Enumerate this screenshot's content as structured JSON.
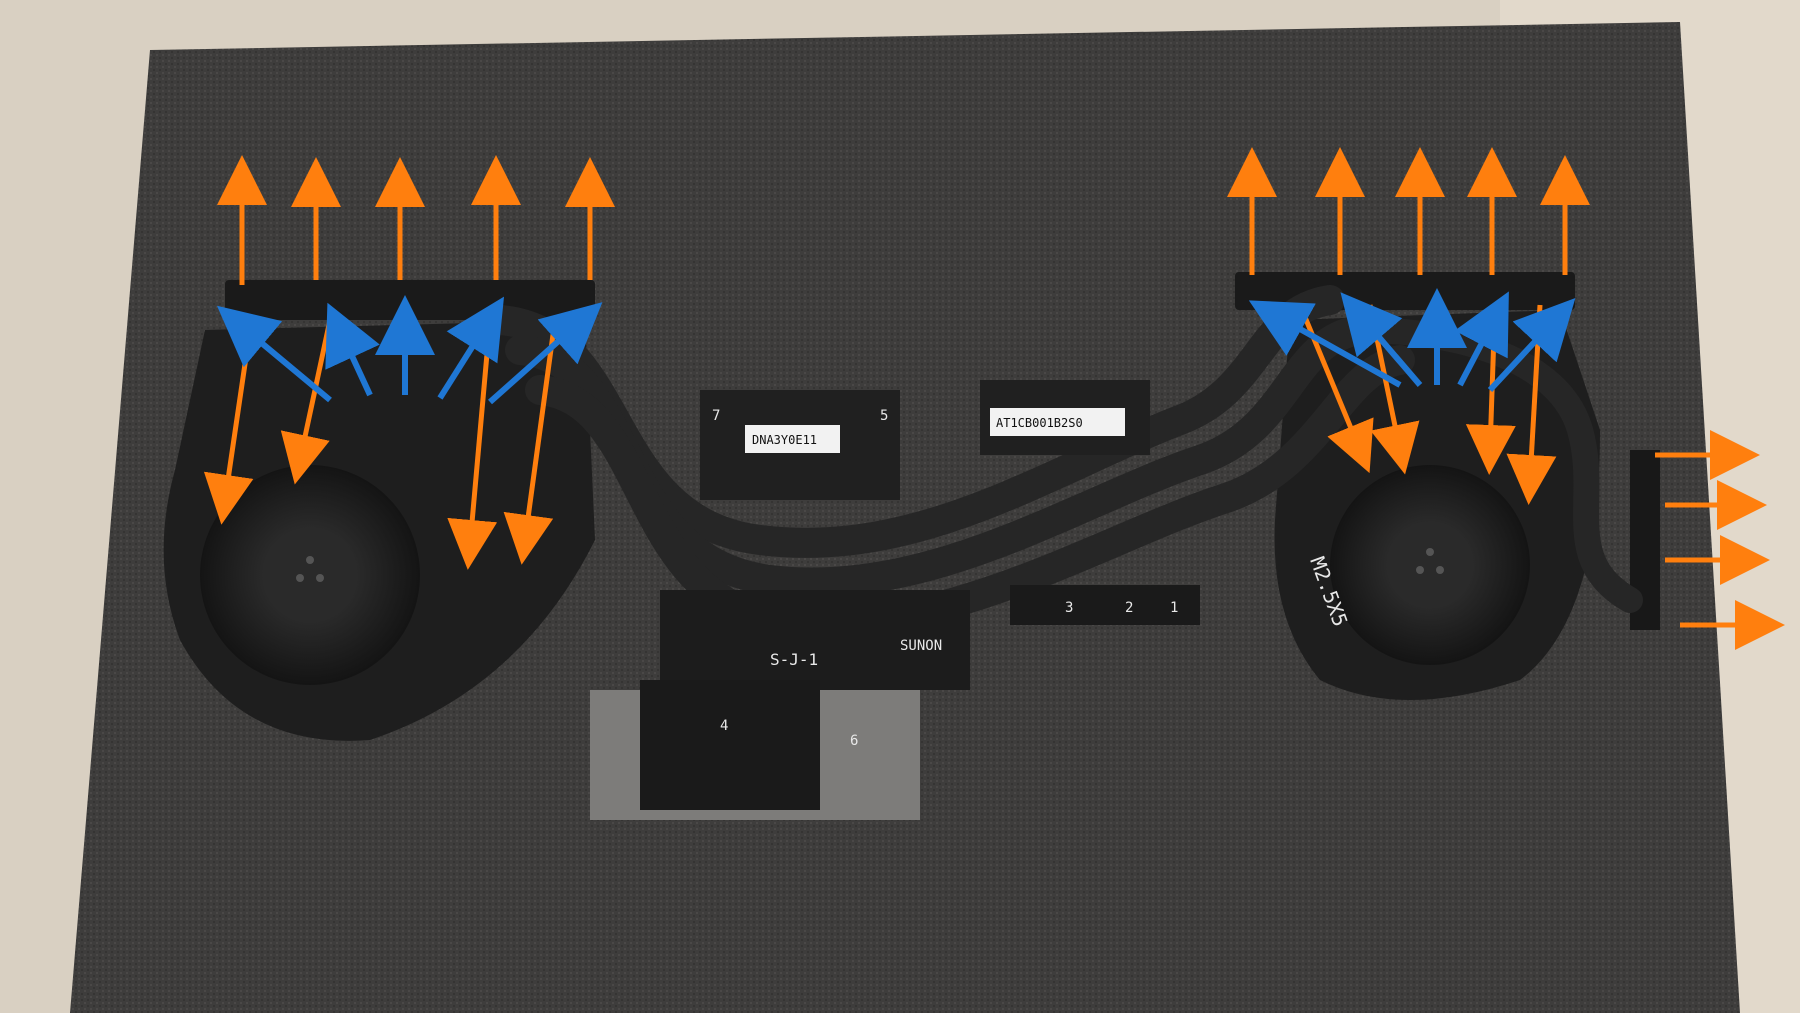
{
  "scene": "laptop-cooling-assembly-on-foam",
  "colors": {
    "background_floor": "#cfc6b8",
    "foam": "#3e3d3c",
    "metal": "#1f1f1f",
    "heatpipe": "#262626",
    "exhaust_arrow": "#ff7f0e",
    "intake_arrow": "#1f77d4",
    "label_white": "#f2f2f2"
  },
  "labels": {
    "left_sticker": "DNA3Y0E11",
    "right_sticker": "AT1CB001B2S0",
    "center_marks": {
      "pad_7": "7",
      "pad_5": "5",
      "pad_4": "4",
      "pad_6": "6",
      "pad_1": "1",
      "pad_2": "2",
      "pad_3": "3",
      "code": "S-J-1"
    },
    "fan_brand": "SUNON",
    "screw_note": "M2.5X5"
  },
  "arrows": {
    "left_exhaust_count": 5,
    "right_exhaust_count": 5,
    "right_side_exhaust_count": 4,
    "left_intake_count": 5,
    "right_intake_count": 5
  }
}
